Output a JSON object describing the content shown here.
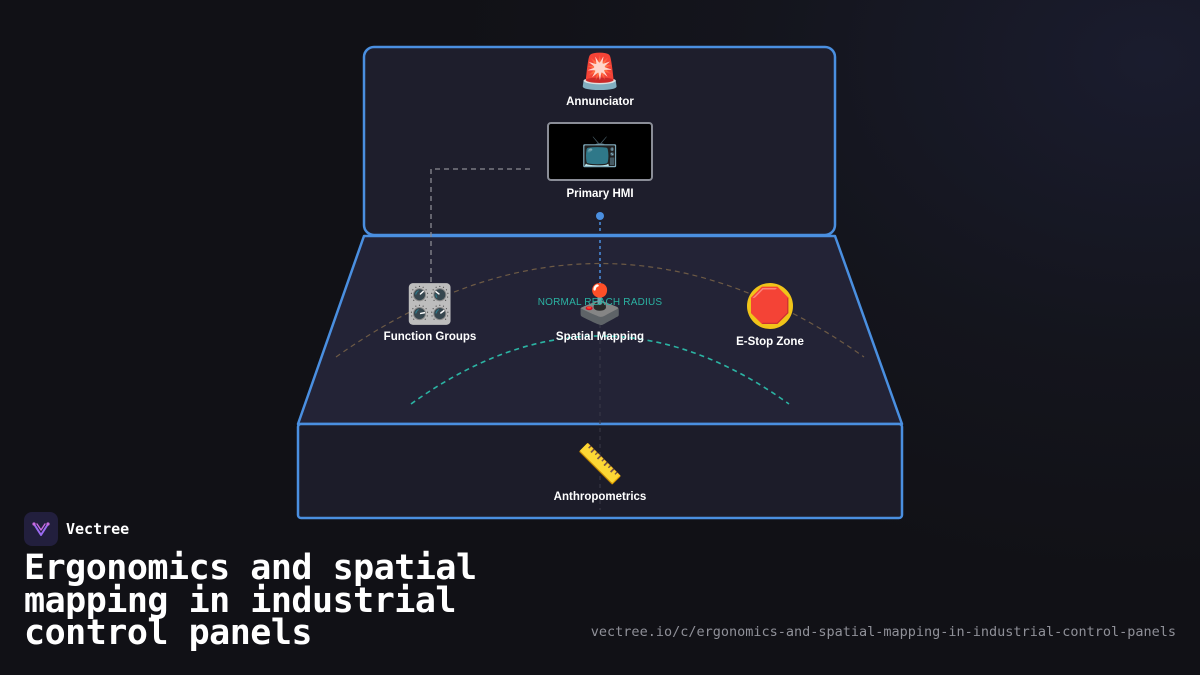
{
  "diagram": {
    "nodes": {
      "annunciator": {
        "icon": "rotating-light-icon",
        "emoji": "🚨",
        "label": "Annunciator"
      },
      "primary_hmi": {
        "icon": "television-icon",
        "emoji": "📺",
        "label": "Primary HMI"
      },
      "function_groups": {
        "icon": "control-knobs-icon",
        "emoji": "🎛️",
        "label": "Function Groups"
      },
      "spatial_mapping": {
        "icon": "joystick-icon",
        "emoji": "🕹️",
        "label": "Spatial Mapping"
      },
      "estop_zone": {
        "icon": "stop-sign-icon",
        "emoji": "🛑",
        "label": "E-Stop Zone"
      },
      "anthropometrics": {
        "icon": "straight-ruler-icon",
        "emoji": "📏",
        "label": "Anthropometrics"
      }
    },
    "reach_label": "NORMAL REACH RADIUS",
    "colors": {
      "panel_outline": "#4a8fe0",
      "panel_fill": "#1e1e2e",
      "reach_arc": "#2bb3a3",
      "connector": "#8a8a92",
      "estop_badge": "#f0c419"
    }
  },
  "brand": {
    "name": "Vectree",
    "icon": "vectree-logo-icon"
  },
  "title": "Ergonomics and spatial mapping in industrial control panels",
  "url": "vectree.io/c/ergonomics-and-spatial-mapping-in-industrial-control-panels"
}
